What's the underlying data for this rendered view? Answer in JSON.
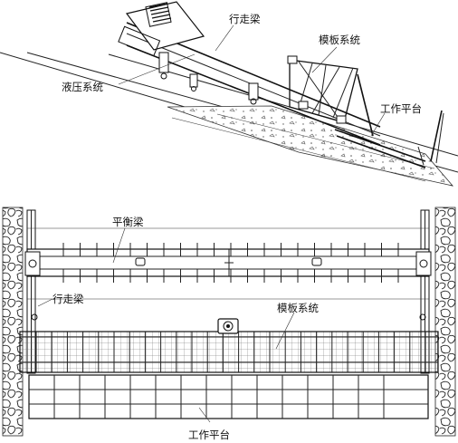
{
  "side_view": {
    "labels": {
      "traveling_beam": "行走梁",
      "formwork_system": "模板系统",
      "hydraulic_system": "液压系统",
      "work_platform": "工作平台"
    }
  },
  "plan_view": {
    "labels": {
      "balance_beam": "平衡梁",
      "traveling_beam": "行走梁",
      "formwork_system": "模板系统",
      "work_platform": "工作平台"
    }
  }
}
